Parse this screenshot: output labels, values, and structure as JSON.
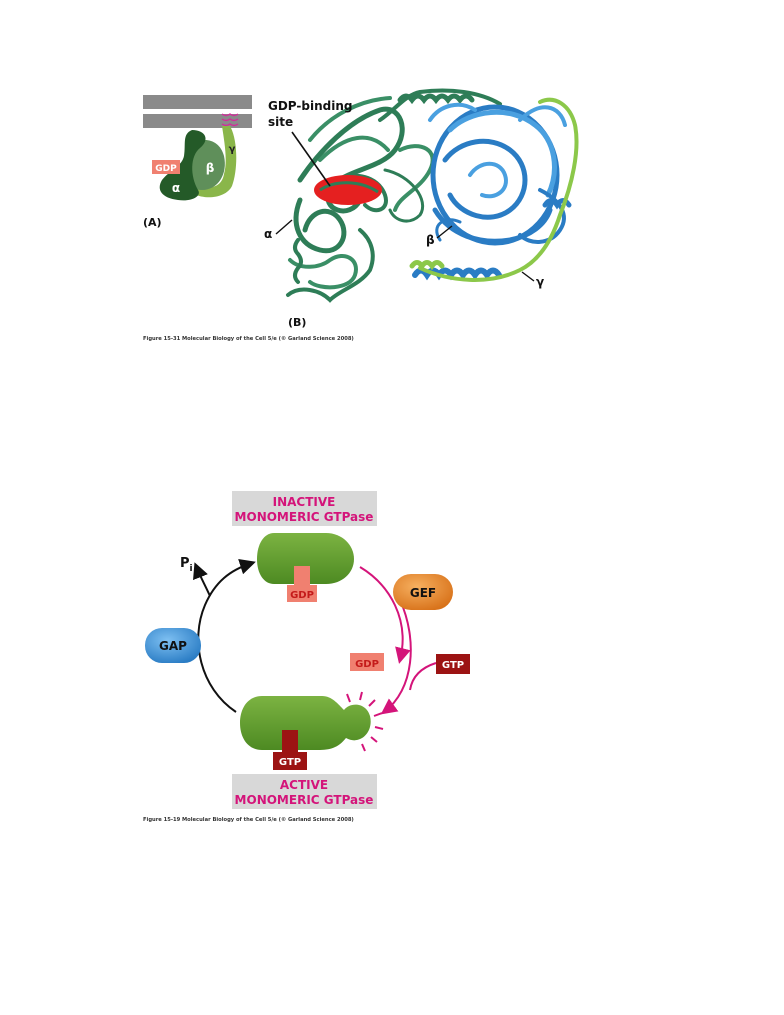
{
  "figure1": {
    "panel_a_label": "(A)",
    "panel_b_label": "(B)",
    "schematic": {
      "gdp": "GDP",
      "alpha": "α",
      "beta": "β",
      "gamma": "γ"
    },
    "structure": {
      "gdp_site_line1": "GDP-binding",
      "gdp_site_line2": "site",
      "alpha": "α",
      "beta": "β",
      "gamma": "γ"
    },
    "caption": "Figure 15-31  Molecular Biology of the Cell 5/e (© Garland Science 2008)"
  },
  "figure2": {
    "inactive_line1": "INACTIVE",
    "inactive_line2": "MONOMERIC GTPase",
    "active_line1": "ACTIVE",
    "active_line2": "MONOMERIC GTPase",
    "pi_p": "P",
    "pi_sub": "i",
    "gap": "GAP",
    "gef": "GEF",
    "gdp_bound": "GDP",
    "gdp_released": "GDP",
    "gtp_incoming": "GTP",
    "gtp_bound": "GTP",
    "caption": "Figure 15-19  Molecular Biology of the Cell 5/e (© Garland Science 2008)"
  },
  "colors": {
    "green_dark": "#2f6b2a",
    "green_mid": "#6aa03a",
    "magenta": "#d4147a",
    "gdp_salmon": "#f08070",
    "gtp_red": "#9c1313",
    "gef_orange": "#e8882a",
    "gap_blue": "#3a92d8",
    "label_gray": "#d8d8d8"
  }
}
